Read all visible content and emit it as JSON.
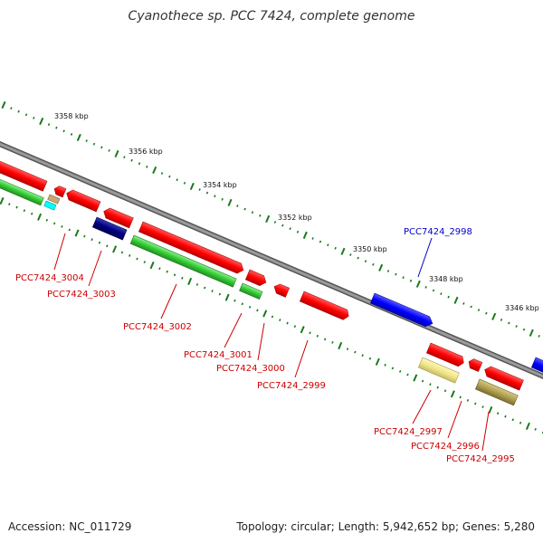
{
  "title": "Cyanothece sp. PCC 7424, complete genome",
  "footer": {
    "accession": "Accession: NC_011729",
    "summary": "Topology: circular; Length: 5,942,652 bp; Genes: 5,280"
  },
  "ticks": [
    "3358 kbp",
    "3356 kbp",
    "3354 kbp",
    "3352 kbp",
    "3350 kbp",
    "3348 kbp",
    "3346 kbp"
  ],
  "genes": [
    {
      "label": "PCC7424_3004",
      "strand": "reverse",
      "color": "#ff0000"
    },
    {
      "label": "PCC7424_3003",
      "strand": "reverse",
      "color": "#ff0000"
    },
    {
      "label": "PCC7424_3002",
      "strand": "forward",
      "color": "#ff0000"
    },
    {
      "label": "PCC7424_3001",
      "strand": "forward",
      "color": "#ff0000"
    },
    {
      "label": "PCC7424_3000",
      "strand": "reverse",
      "color": "#ff0000"
    },
    {
      "label": "PCC7424_2999",
      "strand": "forward",
      "color": "#ff0000"
    },
    {
      "label": "PCC7424_2998",
      "strand": "forward",
      "color": "#0000ff"
    },
    {
      "label": "PCC7424_2997",
      "strand": "reverse",
      "color": "#ff0000"
    },
    {
      "label": "PCC7424_2996",
      "strand": "reverse",
      "color": "#ff0000"
    },
    {
      "label": "PCC7424_2995",
      "strand": "forward",
      "color": "#ff0000"
    }
  ],
  "colors": {
    "cds_red": "#ff0000",
    "cds_blue": "#0000ff",
    "gene_green": "#33cc33",
    "navy": "#000080",
    "cyan": "#00ffff",
    "tan": "#c8a878",
    "khaki": "#f0e68c",
    "olive": "#b0a050",
    "backbone": "#808080",
    "tick_green": "#1a7a1a"
  }
}
